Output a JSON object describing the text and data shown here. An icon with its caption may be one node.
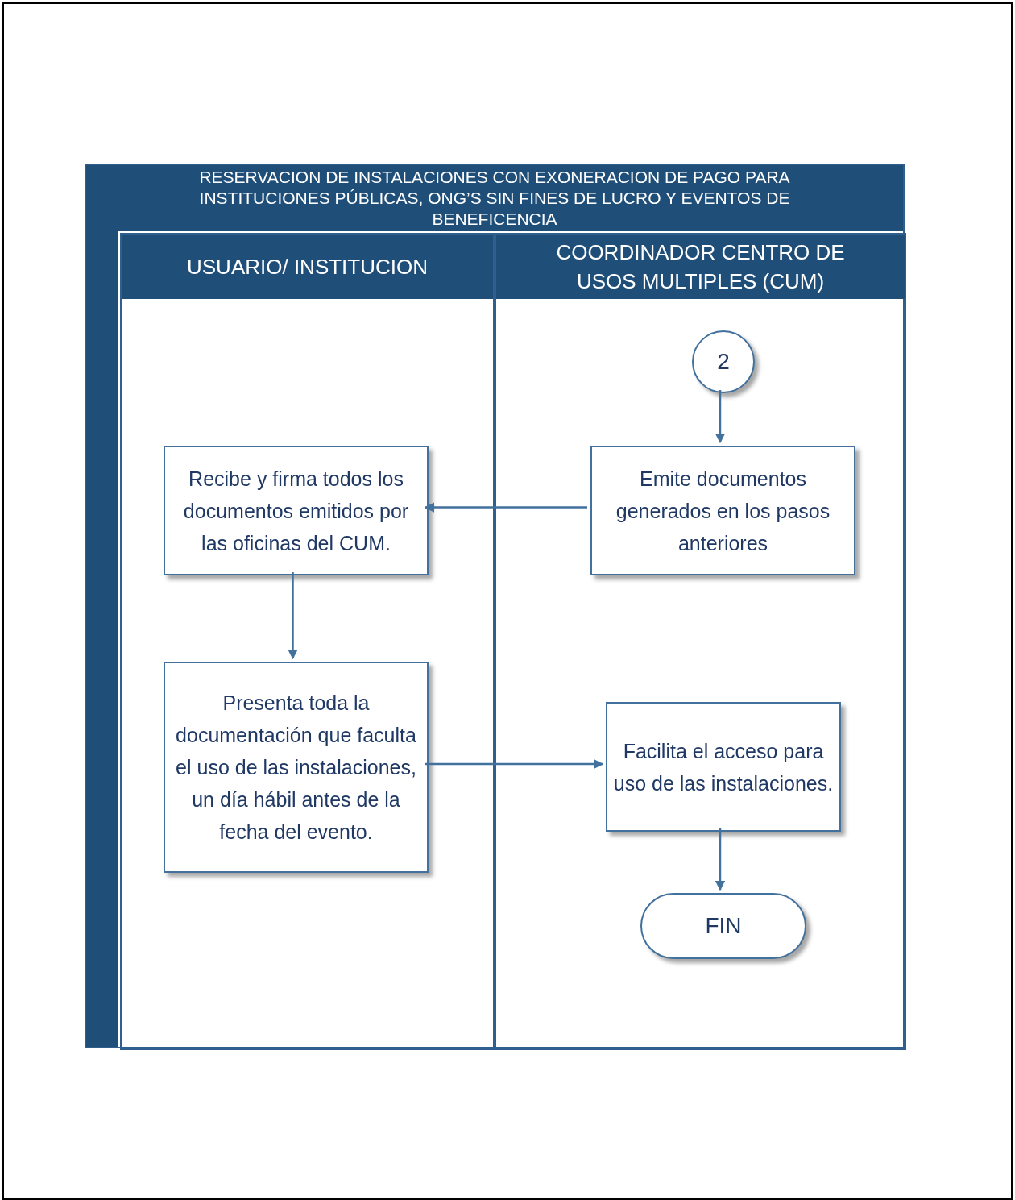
{
  "diagram": {
    "nodes": [
      {
        "text": [
          "RESERVACION DE INSTALACIONES CON EXONERACION DE PAGO PARA INSTITUCIONES PÚBLICAS, ONG’S SIN FINES DE LUCRO Y EVENTOS DE BENEFICENCIA"
        ]
      },
      {
        "text": [
          "USUARIO/ INSTITUCION"
        ],
        "in": 0
      },
      {
        "text": [
          "COORDINADOR CENTRO DE USOS MULTIPLES (CUM)"
        ],
        "in": 0
      },
      {
        "text": [
          "2"
        ],
        "in": 2
      },
      {
        "text": [
          "Emite documentos generados en los pasos anteriores"
        ],
        "in": 2
      },
      {
        "text": [
          "Recibe y firma todos los documentos emitidos por las oficinas del CUM."
        ],
        "in": 1
      },
      {
        "text": [
          "Presenta toda la documentación que faculta  el uso de las instalaciones, un día hábil antes de la fecha del evento."
        ],
        "in": 1
      },
      {
        "text": [
          "Facilita el acceso para uso de las instalaciones."
        ],
        "in": 2
      },
      {
        "text": [
          "FIN"
        ],
        "in": 2
      }
    ],
    "edges": [
      {
        "from": 3,
        "to": 4,
        "arrow": "to"
      },
      {
        "from": 4,
        "to": 5,
        "arrow": "to"
      },
      {
        "from": 5,
        "to": 6,
        "arrow": "to"
      },
      {
        "from": 6,
        "to": 7,
        "arrow": "to"
      },
      {
        "from": 7,
        "to": 8,
        "arrow": "to"
      }
    ]
  }
}
